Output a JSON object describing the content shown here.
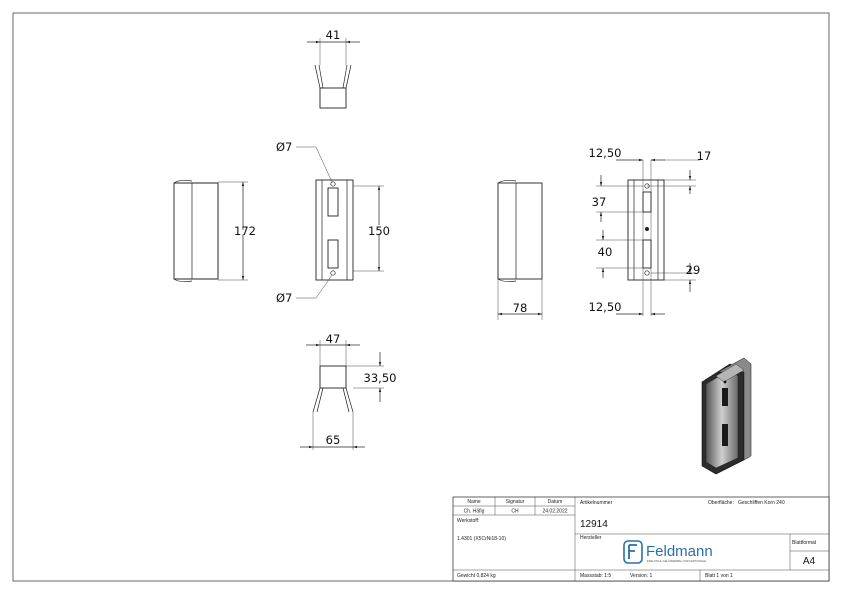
{
  "dimensions": {
    "top_width": "41",
    "hole_dia_top": "Ø7",
    "hole_dia_bottom": "Ø7",
    "left_height": "172",
    "front_height": "150",
    "depth": "78",
    "edge_top": "12,50",
    "edge_bottom": "12,50",
    "right_offset": "17",
    "hole_spacing_upper": "37",
    "hole_spacing_lower": "40",
    "bottom_offset": "29",
    "bottom_width_inner": "47",
    "bottom_height": "33,50",
    "bottom_width_outer": "65"
  },
  "title_block": {
    "name_header": "Name",
    "signature_header": "Signatur",
    "date_header": "Datum",
    "name_value": "Ch. Häfig",
    "signature_value": "CH",
    "date_value": "24.02.2022",
    "article_label": "Artikelnummer",
    "article_number": "12914",
    "surface_label": "Oberfläche:",
    "surface_value": "Geschliffen Korn 240",
    "material_label": "Werkstoff:",
    "material_value": "1.4301 (X5CrNi18-10)",
    "manufacturer_label": "Hersteller",
    "logo_text": "Feldmann",
    "logo_tagline": "EDELSTAHL-GELÄNDERBAU UND FERTIGTEILE",
    "format_label": "Blattformat",
    "format_value": "A4",
    "weight": "Gewicht 0,824 kg",
    "scale": "Massstab: 1:5",
    "version": "Version: 1",
    "sheet": "Blatt 1 von 1"
  }
}
